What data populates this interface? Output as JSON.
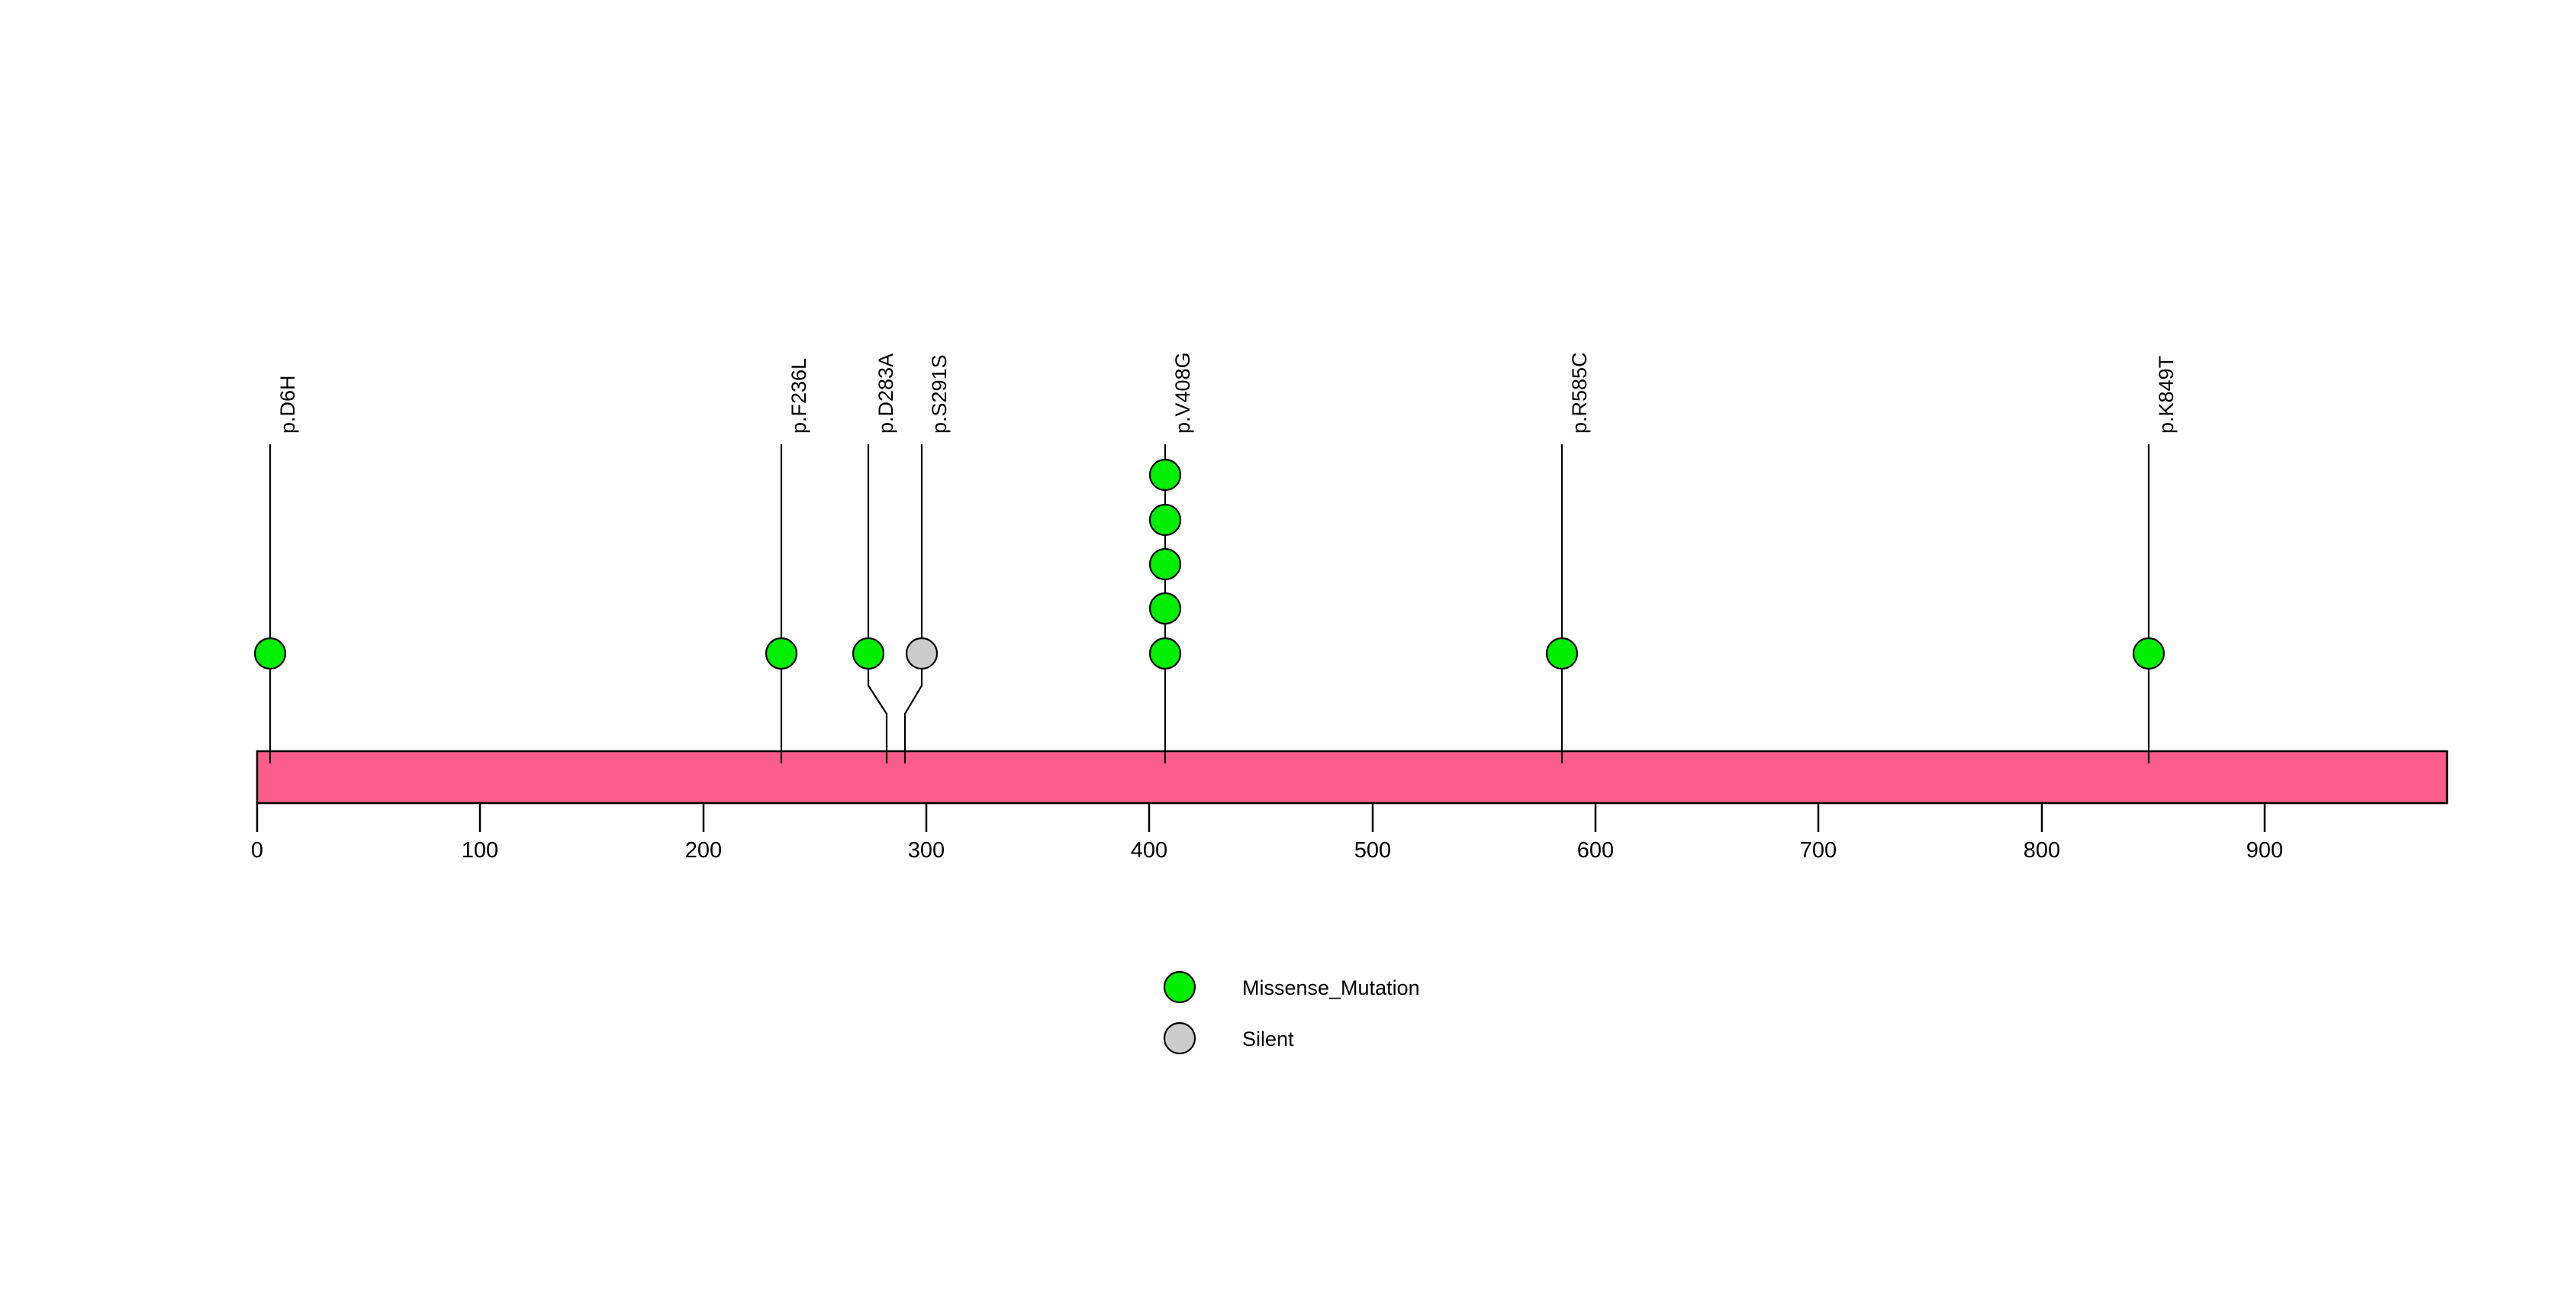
{
  "chart_data": {
    "type": "scatter",
    "plot_kind": "lollipop-mutation-diagram",
    "title": "",
    "xlabel": "",
    "ylabel": "",
    "xlim": [
      0,
      982
    ],
    "grid": false,
    "protein_bar": {
      "start": 0,
      "end": 982,
      "color": "#FA5C8C",
      "border_color": "#000000"
    },
    "axis": {
      "ticks": [
        0,
        100,
        200,
        300,
        400,
        500,
        600,
        700,
        800,
        900
      ],
      "tick_labels": [
        "0",
        "100",
        "200",
        "300",
        "400",
        "500",
        "600",
        "700",
        "800",
        "900"
      ]
    },
    "mutations": [
      {
        "label": "p.D6H",
        "position": 6,
        "count": 1,
        "type": "Missense_Mutation",
        "color": "#00EE00"
      },
      {
        "label": "p.F236L",
        "position": 236,
        "count": 1,
        "type": "Missense_Mutation",
        "color": "#00EE00"
      },
      {
        "label": "p.D283A",
        "position": 283,
        "count": 1,
        "type": "Missense_Mutation",
        "color": "#00EE00"
      },
      {
        "label": "p.S291S",
        "position": 291,
        "count": 1,
        "type": "Silent",
        "color": "#CCCCCC"
      },
      {
        "label": "p.V408G",
        "position": 408,
        "count": 5,
        "type": "Missense_Mutation",
        "color": "#00EE00"
      },
      {
        "label": "p.R585C",
        "position": 585,
        "count": 1,
        "type": "Missense_Mutation",
        "color": "#00EE00"
      },
      {
        "label": "p.K849T",
        "position": 849,
        "count": 1,
        "type": "Missense_Mutation",
        "color": "#00EE00"
      }
    ],
    "legend": {
      "position": "bottom-center",
      "entries": [
        {
          "label": "Missense_Mutation",
          "color": "#00EE00"
        },
        {
          "label": "Silent",
          "color": "#CCCCCC"
        }
      ]
    }
  },
  "labels": {
    "m0": "p.D6H",
    "m1": "p.F236L",
    "m2": "p.D283A",
    "m3": "p.S291S",
    "m4": "p.V408G",
    "m5": "p.R585C",
    "m6": "p.K849T"
  },
  "ticks": {
    "t0": "0",
    "t1": "100",
    "t2": "200",
    "t3": "300",
    "t4": "400",
    "t5": "500",
    "t6": "600",
    "t7": "700",
    "t8": "800",
    "t9": "900"
  },
  "legend": {
    "e0": "Missense_Mutation",
    "e1": "Silent"
  }
}
